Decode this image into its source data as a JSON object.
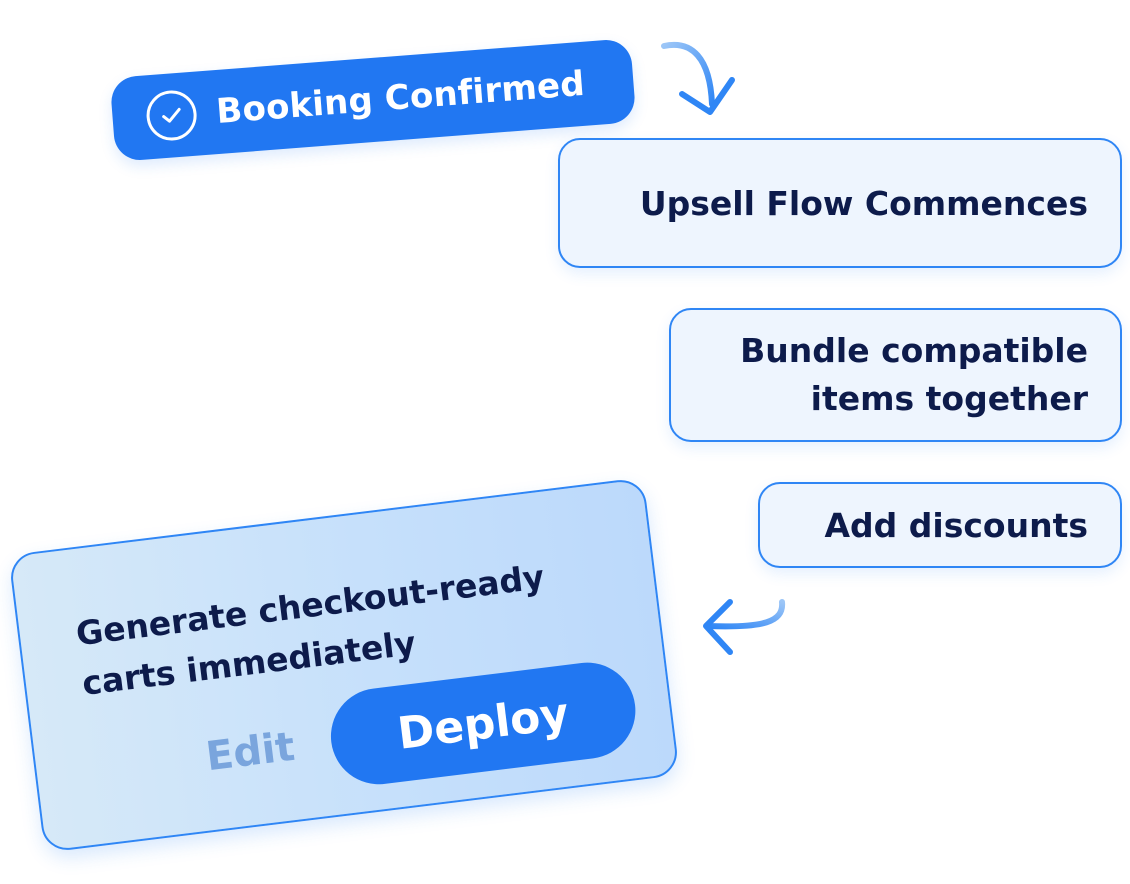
{
  "booking": {
    "label": "Booking Confirmed",
    "icon": "check-circle-icon"
  },
  "steps": [
    {
      "label": "Upsell Flow Commences"
    },
    {
      "lines": [
        "Bundle compatible",
        "items together"
      ]
    },
    {
      "label": "Add discounts"
    }
  ],
  "generate_card": {
    "lines": [
      "Generate checkout-ready",
      "carts immediately"
    ],
    "edit_label": "Edit",
    "deploy_label": "Deploy"
  },
  "colors": {
    "primary_blue": "#2177f2",
    "box_fill": "#eef5fe",
    "box_border": "#2f86f5",
    "text_dark": "#0d1b4b",
    "edit_text": "#7aa5dd"
  }
}
